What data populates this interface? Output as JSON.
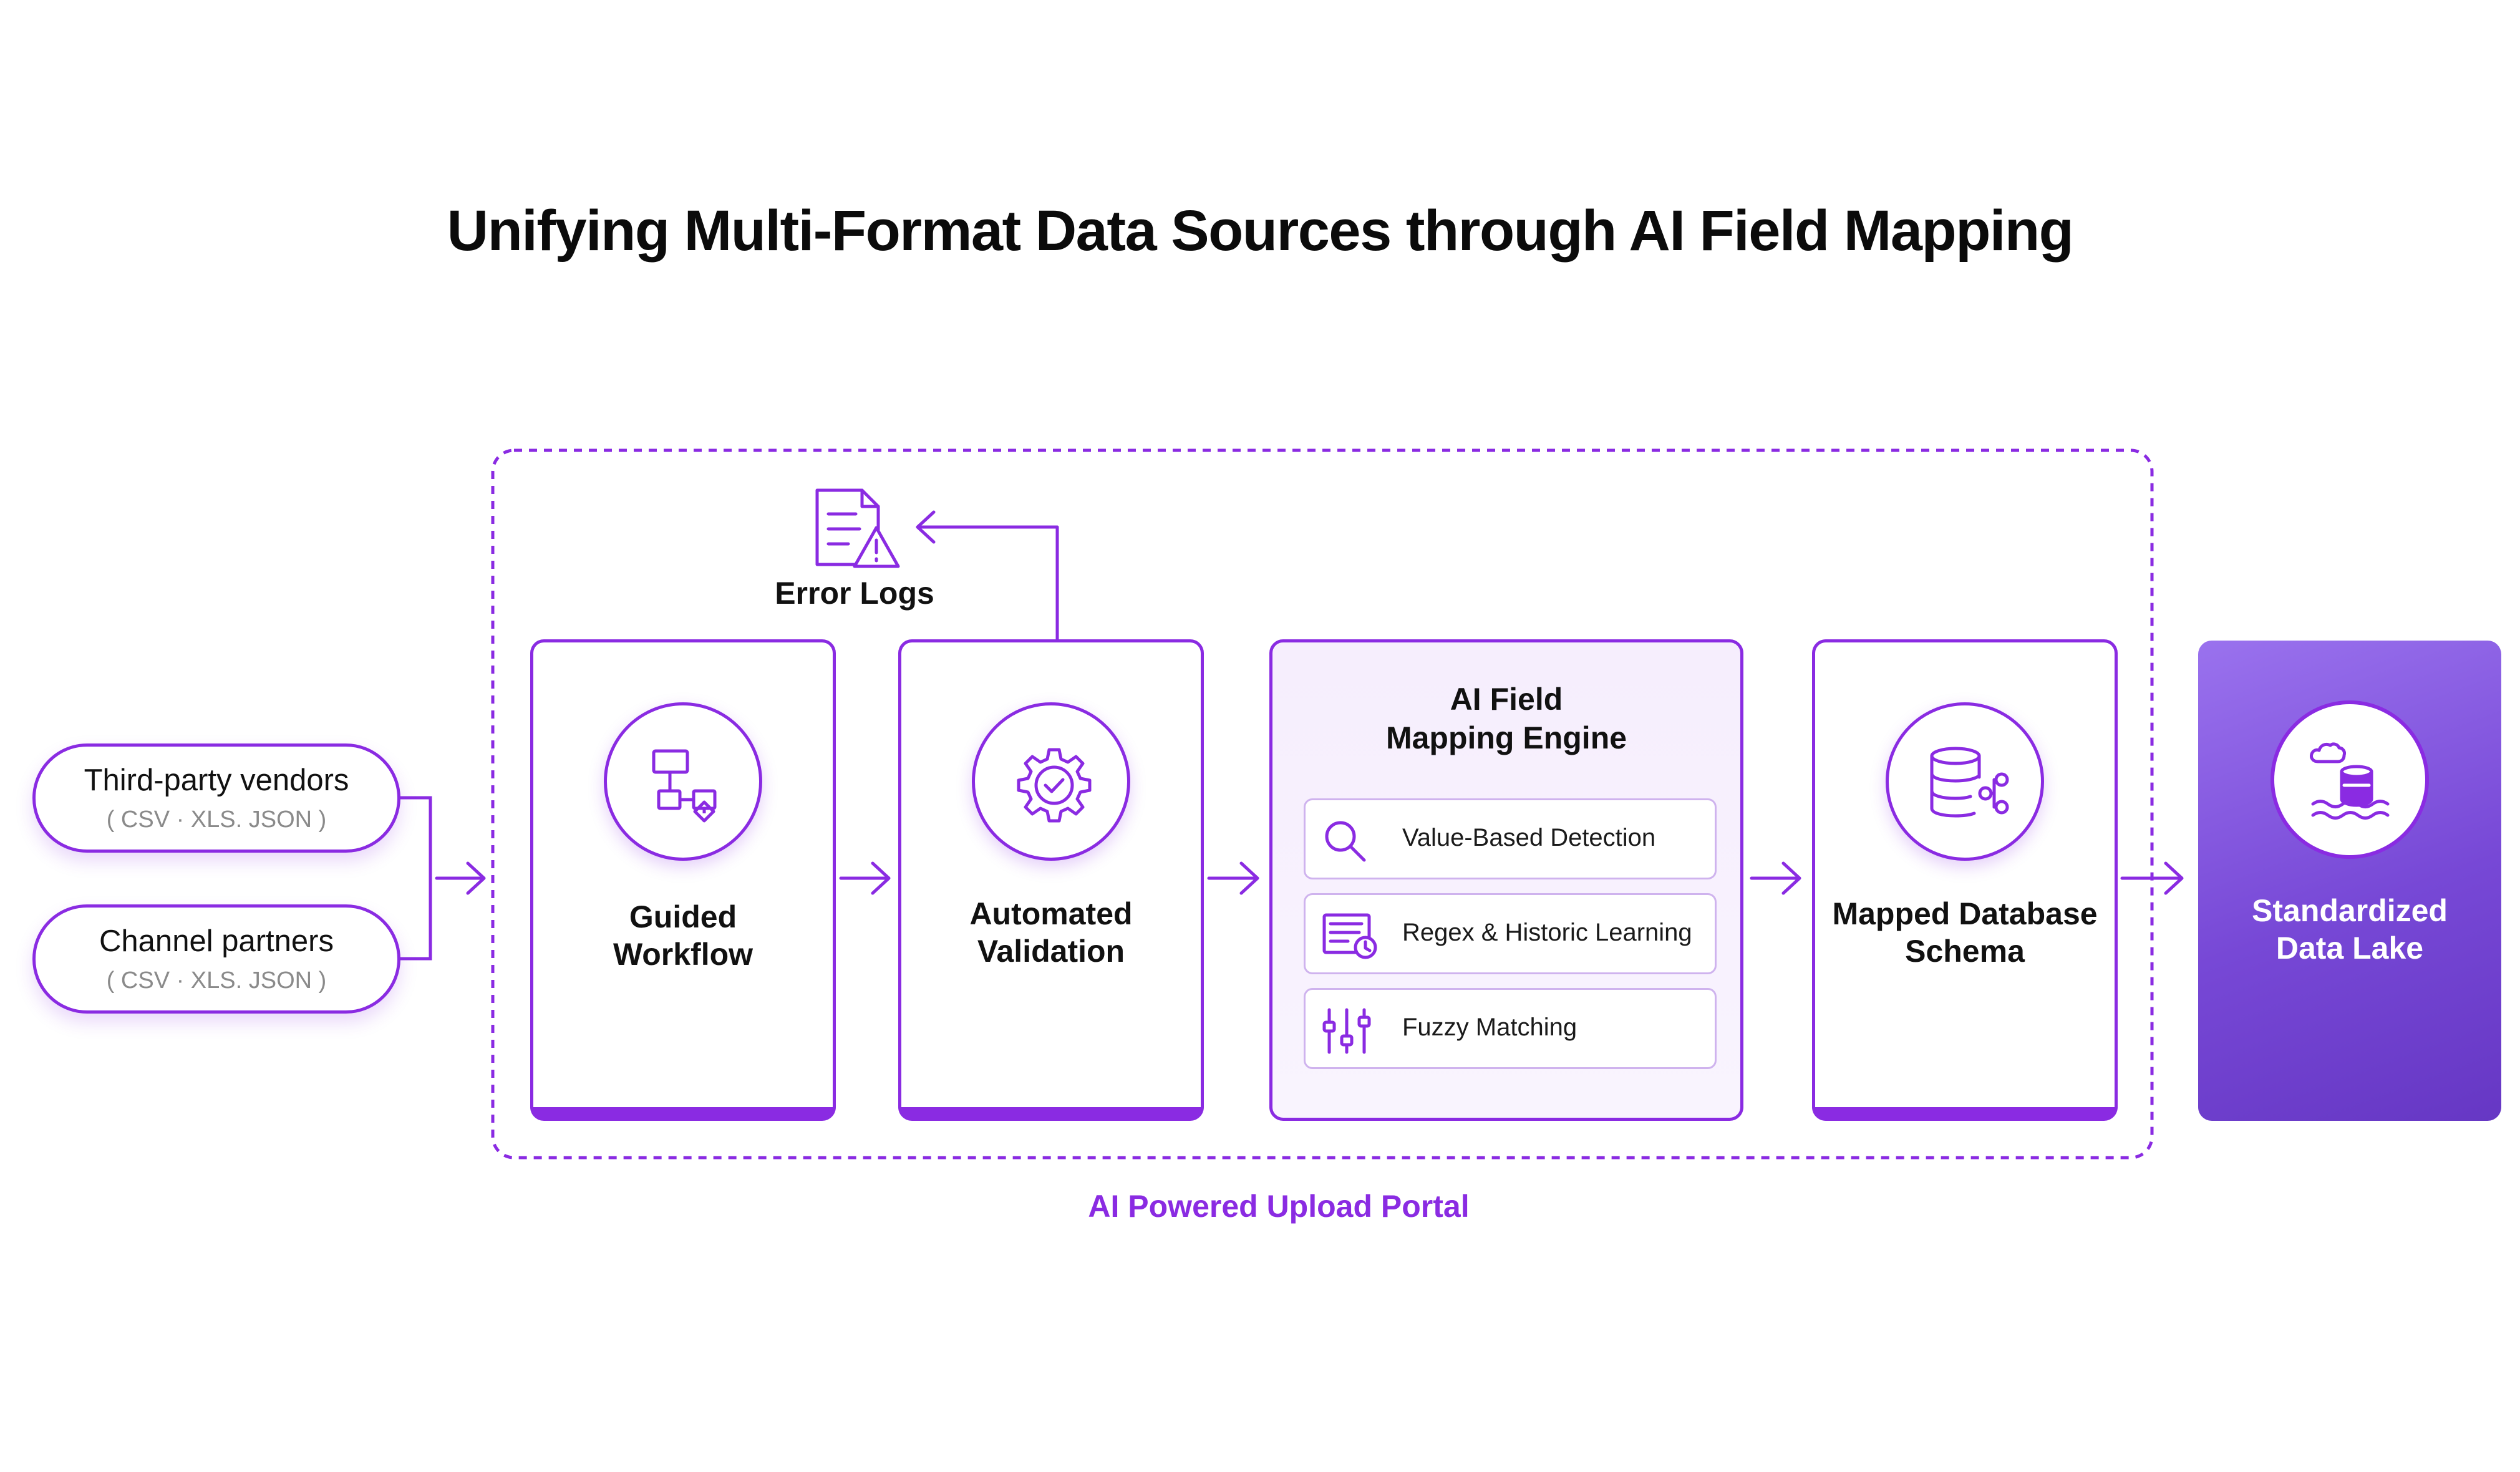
{
  "title": "Unifying Multi-Format Data Sources through AI Field Mapping",
  "sources": [
    {
      "name": "Third-party vendors",
      "formats": "( CSV · XLS. JSON )"
    },
    {
      "name": "Channel partners",
      "formats": "( CSV · XLS. JSON )"
    }
  ],
  "portal": {
    "label": "AI Powered Upload Portal"
  },
  "error_logs": {
    "label": "Error Logs",
    "icon": "document-warning-icon"
  },
  "stages": {
    "guided_workflow": {
      "label": "Guided Workflow",
      "icon": "workflow-icon"
    },
    "automated_validation": {
      "label": "Automated Validation",
      "icon": "gear-check-icon"
    },
    "mapped_schema": {
      "label": "Mapped Database Schema",
      "icon": "database-schema-icon"
    }
  },
  "engine": {
    "title": "AI Field Mapping Engine",
    "methods": [
      {
        "label": "Value-Based Detection",
        "icon": "search-icon"
      },
      {
        "label": "Regex & Historic Learning",
        "icon": "history-document-icon"
      },
      {
        "label": "Fuzzy Matching",
        "icon": "sliders-icon"
      }
    ]
  },
  "destination": {
    "label": "Standardized Data Lake",
    "icon": "cloud-database-water-icon"
  },
  "colors": {
    "accent": "#8a2be2",
    "lake_gradient_start": "#9a72ee",
    "lake_gradient_end": "#6637c4",
    "engine_background": "#f6eefd"
  }
}
